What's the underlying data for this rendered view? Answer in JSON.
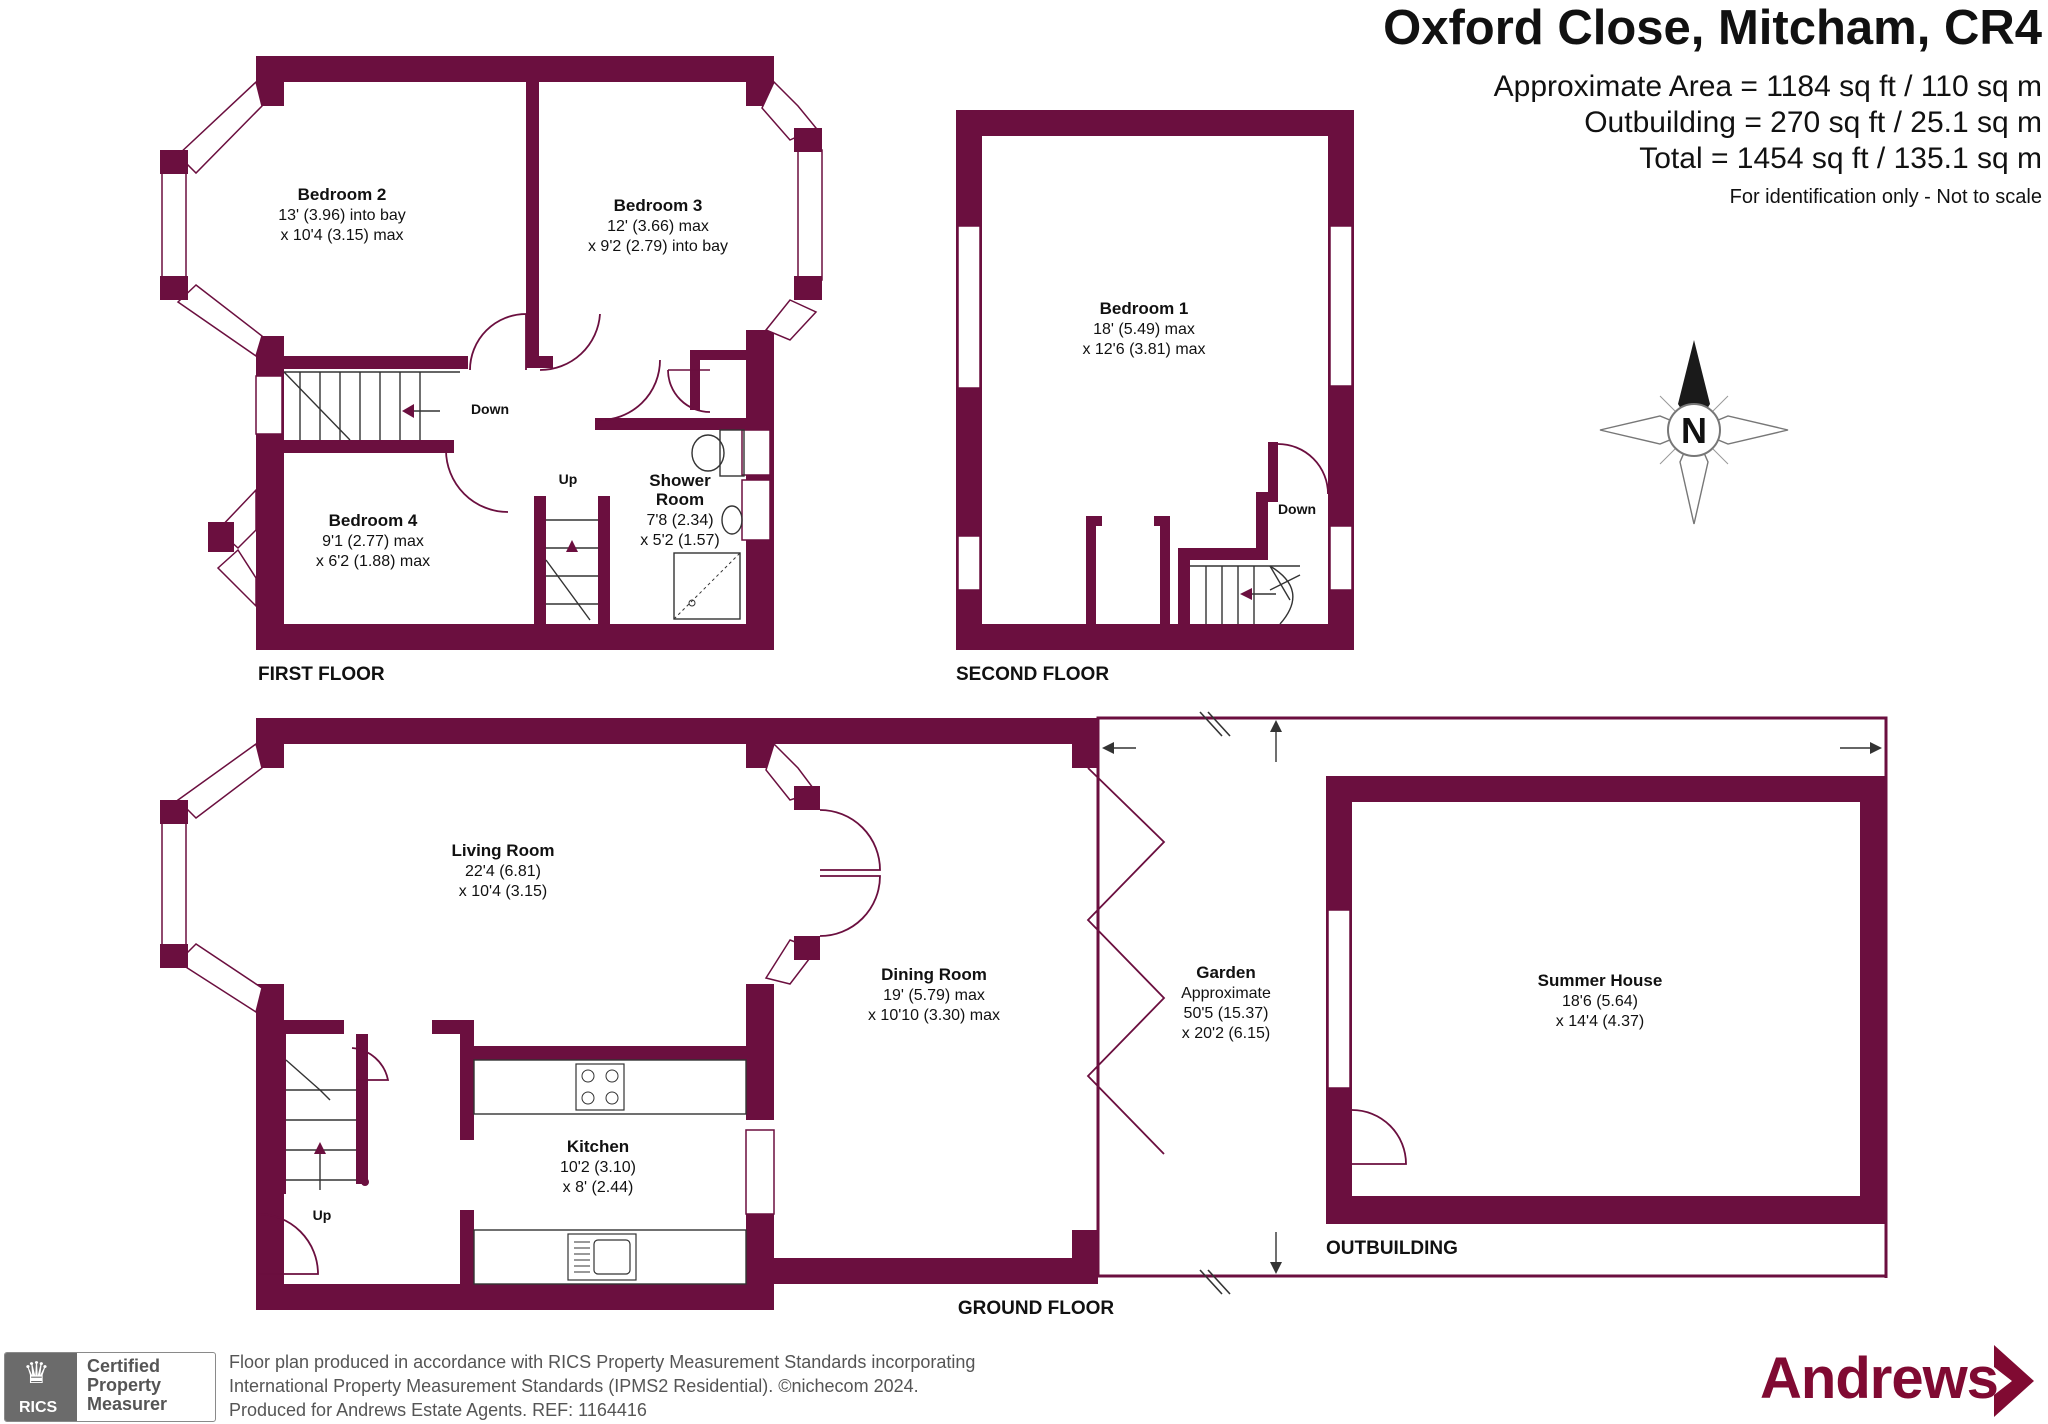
{
  "header": {
    "title": "Oxford Close, Mitcham, CR4",
    "area_lines": [
      "Approximate Area = 1184 sq ft / 110 sq m",
      "Outbuilding = 270 sq ft / 25.1 sq m",
      "Total = 1454 sq ft / 135.1 sq m"
    ],
    "note": "For identification only - Not to scale"
  },
  "floors": {
    "first": "FIRST FLOOR",
    "second": "SECOND FLOOR",
    "ground": "GROUND FLOOR",
    "outbuilding": "OUTBUILDING"
  },
  "rooms": {
    "bedroom2": {
      "name": "Bedroom 2",
      "l1": "13' (3.96) into bay",
      "l2": "x 10'4 (3.15) max"
    },
    "bedroom3": {
      "name": "Bedroom 3",
      "l1": "12' (3.66) max",
      "l2": "x 9'2 (2.79) into bay"
    },
    "bedroom4": {
      "name": "Bedroom 4",
      "l1": "9'1 (2.77) max",
      "l2": "x 6'2 (1.88) max"
    },
    "shower": {
      "name1": "Shower",
      "name2": "Room",
      "l1": "7'8 (2.34)",
      "l2": "x 5'2 (1.57)"
    },
    "bedroom1": {
      "name": "Bedroom 1",
      "l1": "18' (5.49) max",
      "l2": "x 12'6 (3.81) max"
    },
    "living": {
      "name": "Living Room",
      "l1": "22'4 (6.81)",
      "l2": "x 10'4 (3.15)"
    },
    "dining": {
      "name": "Dining Room",
      "l1": "19' (5.79) max",
      "l2": "x 10'10 (3.30) max"
    },
    "kitchen": {
      "name": "Kitchen",
      "l1": "10'2 (3.10)",
      "l2": "x 8' (2.44)"
    },
    "garden": {
      "name": "Garden",
      "l1": "Approximate",
      "l2": "50'5 (15.37)",
      "l3": "x 20'2 (6.15)"
    },
    "summer": {
      "name": "Summer House",
      "l1": "18'6 (5.64)",
      "l2": "x 14'4 (4.37)"
    }
  },
  "stairs": {
    "down": "Down",
    "up": "Up"
  },
  "compass": {
    "letter": "N"
  },
  "colors": {
    "wall": "#6b0f3f",
    "window": "#ffffff",
    "brand": "#800a32",
    "text": "#111111"
  },
  "footer": {
    "lines": [
      "Floor plan produced in accordance with RICS Property Measurement Standards incorporating",
      "International Property Measurement Standards (IPMS2 Residential).   ©nichecom 2024.",
      "Produced for Andrews Estate Agents.   REF:  1164416"
    ],
    "rics_word": "RICS",
    "certified": [
      "Certified",
      "Property",
      "Measurer"
    ],
    "brand_name": "Andrews"
  }
}
